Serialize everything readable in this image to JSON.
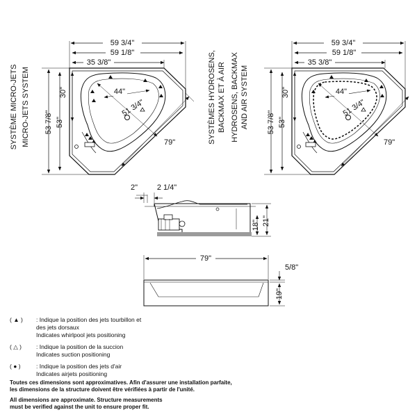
{
  "left_plan": {
    "labels": {
      "fr": "SYSTÈME MICRO-JETS",
      "en": "MICRO-JETS SYSTEM"
    },
    "dims": {
      "overall_width": "59 3/4\"",
      "inner_width": "59 1/8\"",
      "partial_width": "35 3/8\"",
      "diagonal": "44\"",
      "inner_diagonal": "51 3/4\"",
      "side_length": "79\"",
      "overall_depth": "53 7/8\"",
      "inner_depth": "53\"",
      "short_side": "30\""
    }
  },
  "right_plan": {
    "labels": {
      "fr1": "SYSTÈMES HYDROSENS,",
      "fr2": "BACKMAX ET À AIR",
      "en1": "HYDROSENS, BACKMAX",
      "en2": "AND AIR SYSTEM"
    },
    "dims": {
      "overall_width": "59 3/4\"",
      "inner_width": "59 1/8\"",
      "partial_width": "35 3/8\"",
      "diagonal": "44\"",
      "inner_diagonal": "51 3/4\"",
      "side_length": "79\"",
      "overall_depth": "53 7/8\"",
      "inner_depth": "53\"",
      "short_side": "30\""
    }
  },
  "side_view": {
    "dims": {
      "rim_a": "2\"",
      "rim_b": "2 1/4\"",
      "height_inner": "18\"",
      "height_total": "21\""
    }
  },
  "front_view": {
    "dims": {
      "length": "79\"",
      "lip": "5/8\"",
      "apron_height": "19\""
    }
  },
  "legend": [
    {
      "symbol": "( ▲ )",
      "icon": "filled-triangle",
      "lines": [
        ": Indique la position des jets tourbillon et",
        "des jets dorsaux",
        "Indicates whirlpool jets positioning"
      ]
    },
    {
      "symbol": "( △ )",
      "icon": "outline-triangle",
      "lines": [
        ": Indique la position de la succion",
        "Indicates suction positioning"
      ]
    },
    {
      "symbol": "( ● )",
      "icon": "filled-dot",
      "lines": [
        ": Indique la position des jets d'air",
        "Indicates airjets positioning"
      ]
    }
  ],
  "notes": {
    "fr1": "Toutes ces dimensions sont approximatives. Afin d'assurer une installation parfaite,",
    "fr2": "les dimensions de la structure doivent être vérifiées à partir de l'unité.",
    "en1": "All dimensions are approximate. Structure measurements",
    "en2": "must be verified against the unit to ensure proper fit."
  }
}
